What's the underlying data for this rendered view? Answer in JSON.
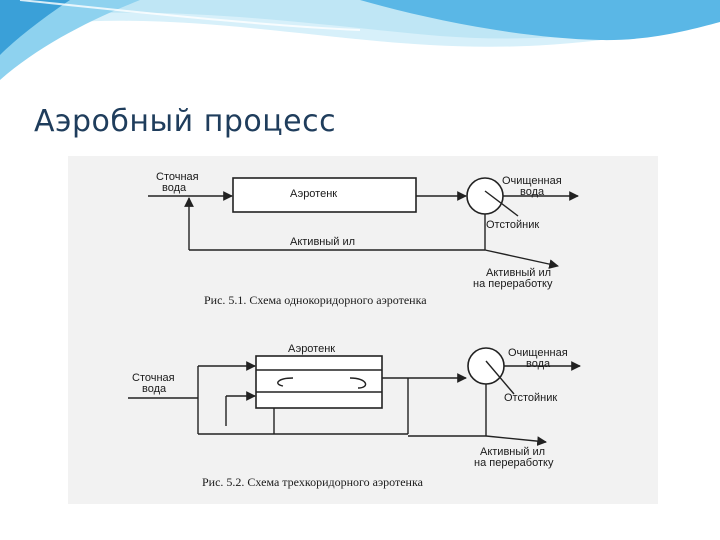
{
  "slide": {
    "title": "Аэробный процесс"
  },
  "figure1": {
    "label_wastewater": [
      "Сточная",
      "вода"
    ],
    "label_aerotank": "Аэротенк",
    "label_treated": [
      "Очищенная",
      "вода"
    ],
    "label_settler": "Отстойник",
    "label_return_sludge": "Активный ил",
    "label_excess_sludge": [
      "Активный ил",
      "на переработку"
    ],
    "caption": "Рис. 5.1. Схема однокоридорного аэротенка"
  },
  "figure2": {
    "label_aerotank": "Аэротенк",
    "label_wastewater": [
      "Сточная",
      "вода"
    ],
    "label_treated": [
      "Очищенная",
      "вода"
    ],
    "label_settler": "Отстойник",
    "label_excess_sludge": [
      "Активный ил",
      "на переработку"
    ],
    "caption": "Рис. 5.2. Схема трехкоридорного аэротенка"
  },
  "colors": {
    "title": "#1f3d5c",
    "wave_light": "#bfe6f5",
    "wave_dark": "#3aa0d8",
    "scan_bg": "#f2f2f2"
  }
}
